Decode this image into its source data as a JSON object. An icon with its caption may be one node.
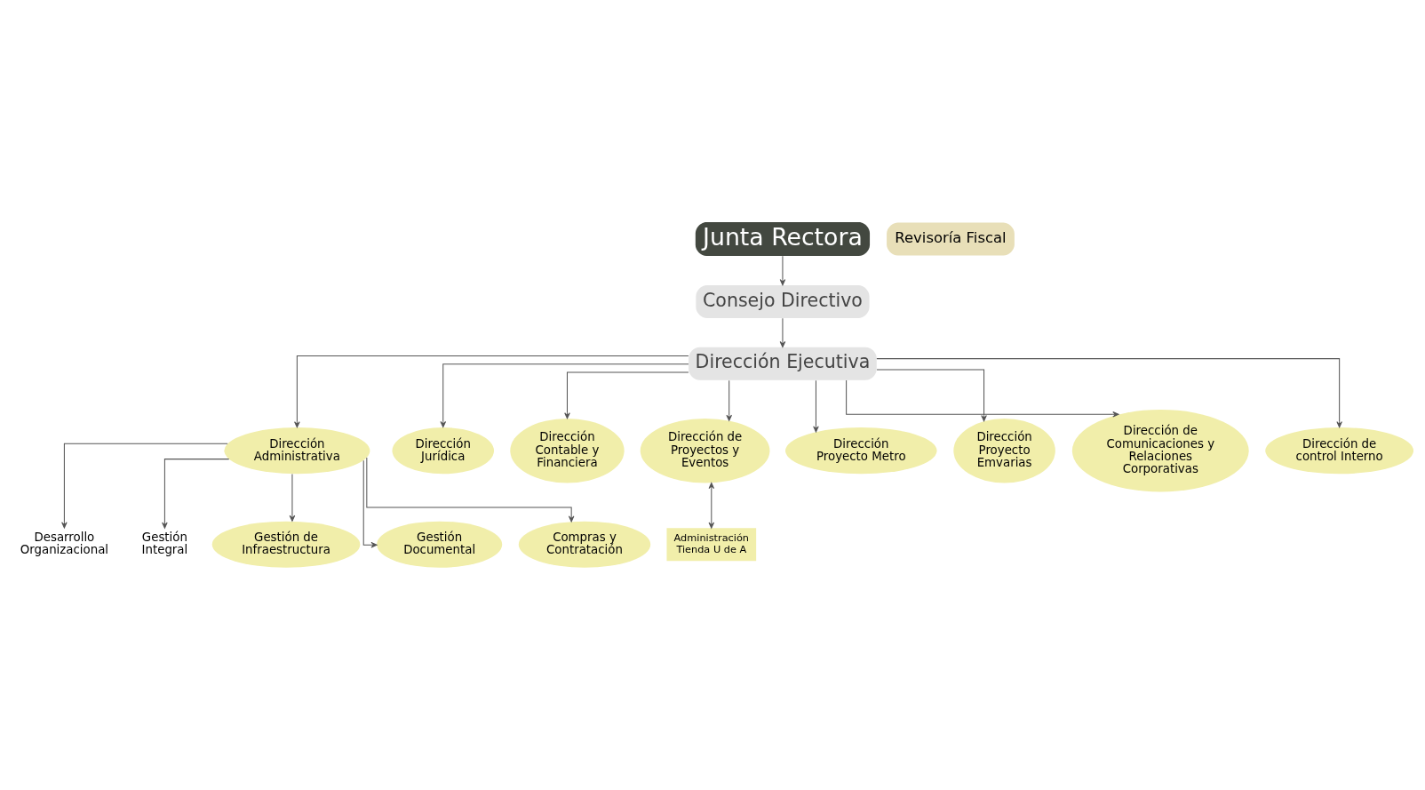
{
  "diagram": {
    "nodes": [
      {
        "text": [
          "Junta Rectora"
        ]
      },
      {
        "text": [
          "Revisoría Fiscal"
        ]
      },
      {
        "text": [
          "Consejo Directivo"
        ]
      },
      {
        "text": [
          "Dirección Ejecutiva"
        ]
      },
      {
        "text": [
          "Dirección Administrativa"
        ]
      },
      {
        "text": [
          "Dirección Jurídica"
        ]
      },
      {
        "text": [
          "Dirección Contable y Financiera"
        ]
      },
      {
        "text": [
          "Dirección de Proyectos y Eventos"
        ]
      },
      {
        "text": [
          "Dirección Proyecto Metro"
        ]
      },
      {
        "text": [
          "Dirección Proyecto Emvarias"
        ]
      },
      {
        "text": [
          "Dirección de Comunicaciones y Relaciones Corporativas"
        ]
      },
      {
        "text": [
          "Dirección de control Interno"
        ]
      },
      {
        "text": [
          "Administración Tienda U de A"
        ]
      },
      {
        "text": [
          "Desarrollo Organizacional"
        ]
      },
      {
        "text": [
          "Gestión Integral"
        ]
      },
      {
        "text": [
          "Gestión de Infraestructura"
        ]
      },
      {
        "text": [
          "Gestión Documental"
        ]
      },
      {
        "text": [
          "Compras y Contratación"
        ]
      }
    ],
    "edges": [
      {
        "from": 0,
        "to": 2,
        "arrow": "to"
      },
      {
        "from": 2,
        "to": 3,
        "arrow": "to"
      },
      {
        "from": 3,
        "to": 4,
        "arrow": "to"
      },
      {
        "from": 3,
        "to": 5,
        "arrow": "to"
      },
      {
        "from": 3,
        "to": 6,
        "arrow": "to"
      },
      {
        "from": 3,
        "to": 7,
        "arrow": "to"
      },
      {
        "from": 3,
        "to": 8,
        "arrow": "to"
      },
      {
        "from": 3,
        "to": 9,
        "arrow": "to"
      },
      {
        "from": 3,
        "to": 10,
        "arrow": "to"
      },
      {
        "from": 3,
        "to": 11,
        "arrow": "to"
      },
      {
        "from": 7,
        "to": 12,
        "arrow": "both"
      },
      {
        "from": 4,
        "to": 13,
        "arrow": "to"
      },
      {
        "from": 4,
        "to": 14,
        "arrow": "to"
      },
      {
        "from": 4,
        "to": 15,
        "arrow": "to"
      },
      {
        "from": 4,
        "to": 16,
        "arrow": "to"
      },
      {
        "from": 4,
        "to": 17,
        "arrow": "to"
      }
    ]
  }
}
